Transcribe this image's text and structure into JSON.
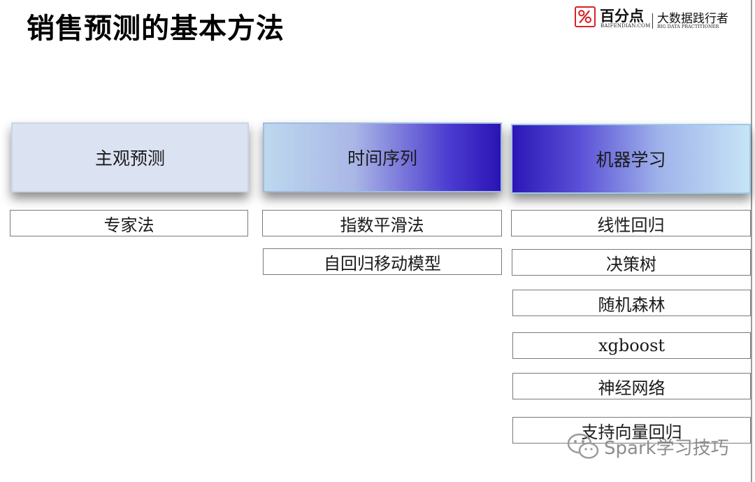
{
  "title": "销售预测的基本方法",
  "logo": {
    "name_cn": "百分点",
    "domain": "BAIFENDIAN.COM",
    "slogan_cn": "大数据践行者",
    "slogan_en": "BIG DATA PRACTITIONER"
  },
  "categories": [
    {
      "label": "主观预测",
      "methods": [
        "专家法"
      ]
    },
    {
      "label": "时间序列",
      "methods": [
        "指数平滑法",
        "自回归移动模型"
      ]
    },
    {
      "label": "机器学习",
      "methods": [
        "线性回归",
        "决策树",
        "随机森林",
        "xgboost",
        "神经网络",
        "支持向量回归"
      ]
    }
  ],
  "watermark": {
    "text": "Spark学习技巧",
    "icon": "wechat-icon"
  },
  "colors": {
    "header1": "#dbe2f2",
    "gradient_dark": "#2b13b4",
    "gradient_light": "#c7e4f6"
  }
}
